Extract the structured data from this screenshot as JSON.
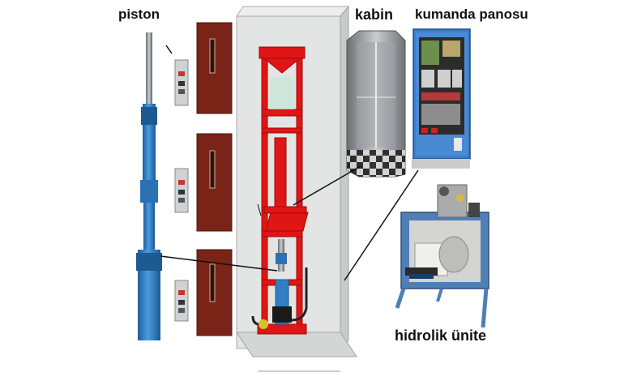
{
  "labels": {
    "piston": "piston",
    "kabin": "kabin",
    "kumanda_panosu": "kumanda panosu",
    "hidrolik_unite": "hidrolik ünite"
  },
  "colors": {
    "piston_blue": "#2f7fc4",
    "frame_red": "#e01515",
    "door_brown": "#7a2418",
    "shaft_gray": "#d9dcda",
    "panel_blue": "#3d7fc8",
    "unit_blue": "#4f7fb5"
  }
}
